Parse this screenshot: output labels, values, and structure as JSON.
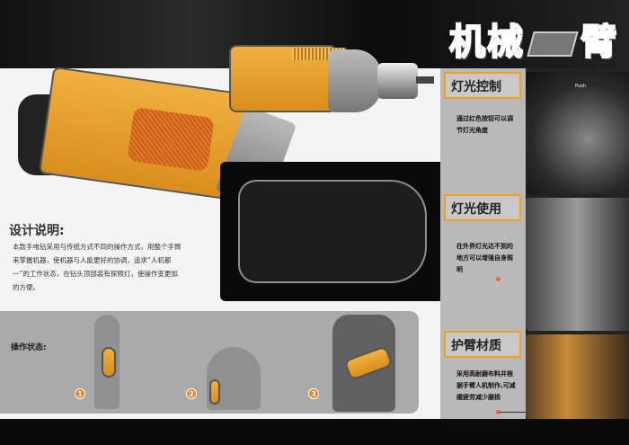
{
  "title": {
    "part1": "机械",
    "part2": "臂"
  },
  "design": {
    "heading": "设计说明:",
    "body": "本款手电钻采用与传统方式不同的操作方式，用整个手臂来掌握机器，使机器与人能更好的协调，追求“人机都一”的工作状态，在钻头顶部装有探照灯，使操作变更加的方便。"
  },
  "operation": {
    "heading": "操作状态:",
    "steps": [
      "1",
      "2",
      "3"
    ]
  },
  "features": [
    {
      "heading": "灯光控制",
      "desc": "通过红色按钮可以调节灯光角度"
    },
    {
      "heading": "灯光使用",
      "desc": "在外界灯光达不到的地方可以增强自身照明"
    },
    {
      "heading": "护臂材质",
      "desc": "采用高耐磨布料并根据手臂人机制作,可减缓疲劳减少磨损"
    }
  ],
  "photo_label": "Push",
  "colors": {
    "accent": "#f2a21a",
    "panel": "#b9b9b9",
    "background": "#f4f4f4"
  }
}
